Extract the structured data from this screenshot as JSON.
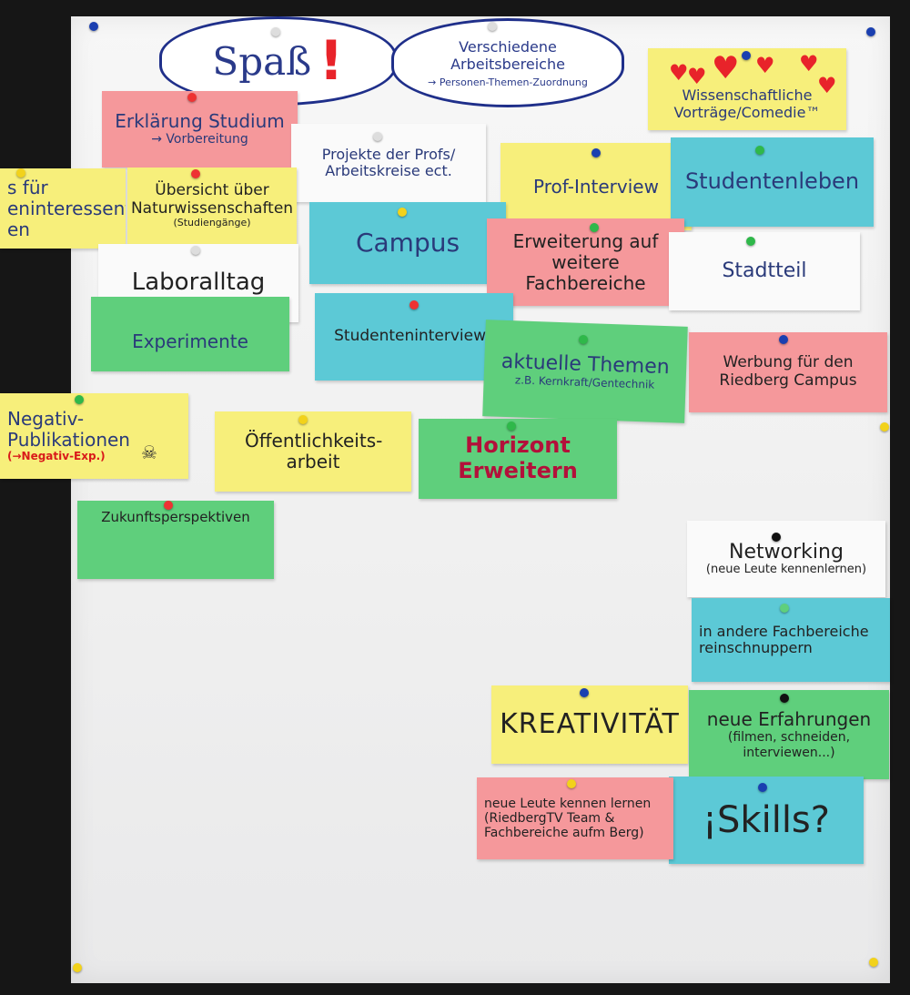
{
  "clouds": {
    "spass": "Spaß",
    "exclamation": "!",
    "areas_title": "Verschiedene Arbeitsbereiche",
    "areas_sub": "→ Personen-Themen-Zuordnung"
  },
  "notes": {
    "wissenschaft": "Wissenschaftliche Vorträge/Comedie™",
    "erklaerung": "Erklärung Studium",
    "erklaerung_sub": "→ Vorbereitung",
    "projekte": "Projekte der Profs/ Arbeitskreise ect.",
    "prof_interview": "Prof-Interview",
    "studentenleben": "Studentenleben",
    "fuer": "s für eninteressent-en",
    "uebersicht": "Übersicht über Naturwissenschaften",
    "uebersicht_sub": "(Studiengänge)",
    "campus": "Campus",
    "erweiterung": "Erweiterung auf weitere Fachbereiche",
    "stadtteil": "Stadtteil",
    "laboralltag": "Laboralltag",
    "experimente": "Experimente",
    "studenteninterviews": "Studenteninterviews",
    "aktuelle": "aktuelle Themen",
    "aktuelle_sub": "z.B. Kernkraft/Gentechnik",
    "werbung": "Werbung für den Riedberg Campus",
    "negativ": "Negativ-Publikationen",
    "negativ_sub": "(→Negativ-Exp.)",
    "oeffentlichkeit": "Öffentlichkeits-arbeit",
    "horizont": "Horizont Erweitern",
    "zukunft": "Zukunftsperspektiven",
    "networking": "Networking",
    "networking_sub": "(neue Leute kennenlernen)",
    "fachbereiche": "in andere Fachbereiche reinschnuppern",
    "kreativitaet": "KREATIVITÄT",
    "erfahrungen": "neue Erfahrungen",
    "erfahrungen_sub": "(filmen, schneiden, interviewen...)",
    "leute": "neue Leute kennen lernen (RiedbergTV Team & Fachbereiche aufm Berg)",
    "skills": "¡Skills?"
  },
  "colors": {
    "pink": "#f5989b",
    "yellow": "#f7ef7b",
    "white": "#fafafa",
    "cyan": "#5cc9d6",
    "green": "#5fcf7c",
    "ink_blue": "#2a3a7a",
    "ink_red": "#c8102e",
    "pin_red": "#e33",
    "pin_blue": "#1a3fb0",
    "pin_yellow": "#f2d21b",
    "pin_green": "#2fb84a"
  }
}
